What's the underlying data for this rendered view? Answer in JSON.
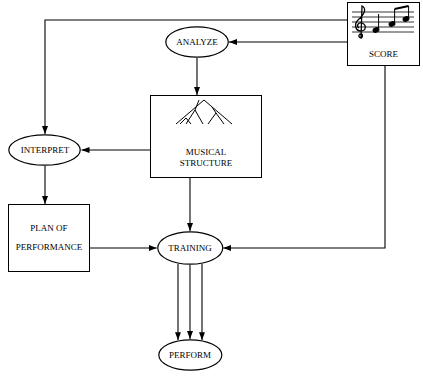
{
  "diagram": {
    "nodes": [
      {
        "text": [
          "SCORE"
        ]
      },
      {
        "text": [
          "ANALYZE"
        ]
      },
      {
        "text": [
          "MUSICAL STRUCTURE"
        ]
      },
      {
        "text": [
          "INTERPRET"
        ]
      },
      {
        "text": [
          "PLAN OF PERFORMANCE"
        ]
      },
      {
        "text": [
          "TRAINING"
        ]
      },
      {
        "text": [
          "PERFORM"
        ]
      }
    ],
    "edges": [
      {
        "from": 0,
        "to": 1,
        "arrow": "to"
      },
      {
        "from": 0,
        "to": 3,
        "arrow": "to"
      },
      {
        "from": 1,
        "to": 2,
        "arrow": "to"
      },
      {
        "from": 2,
        "to": 3,
        "arrow": "to"
      },
      {
        "from": 3,
        "to": 4,
        "arrow": "to"
      },
      {
        "from": 4,
        "to": 5,
        "arrow": "to"
      },
      {
        "from": 2,
        "to": 5,
        "arrow": "to"
      },
      {
        "from": 0,
        "to": 5,
        "arrow": "to"
      },
      {
        "from": 5,
        "to": 6,
        "arrow": "to"
      },
      {
        "from": 5,
        "to": 6,
        "arrow": "to"
      },
      {
        "from": 5,
        "to": 6,
        "arrow": "to"
      }
    ]
  }
}
